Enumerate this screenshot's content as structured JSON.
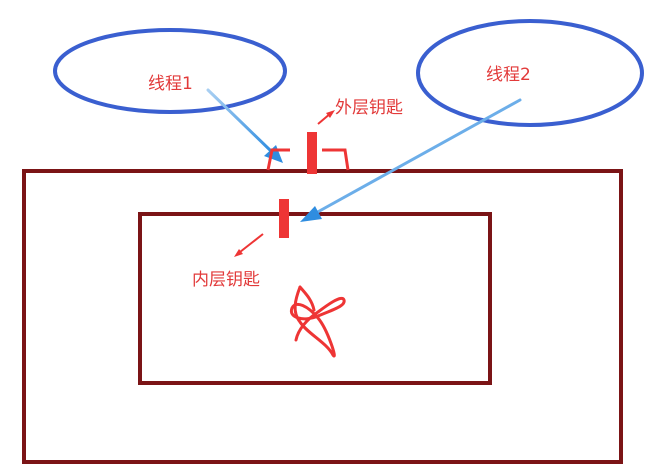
{
  "diagram": {
    "threads": [
      {
        "label": "线程1"
      },
      {
        "label": "线程2"
      }
    ],
    "keys": {
      "outer": "外层钥匙",
      "inner": "内层钥匙"
    }
  },
  "colors": {
    "ellipse": "#3a5fd0",
    "arrow_blue": "#3f97e0",
    "box": "#7b1416",
    "key": "#ee3535",
    "text": "#e23a3a"
  }
}
